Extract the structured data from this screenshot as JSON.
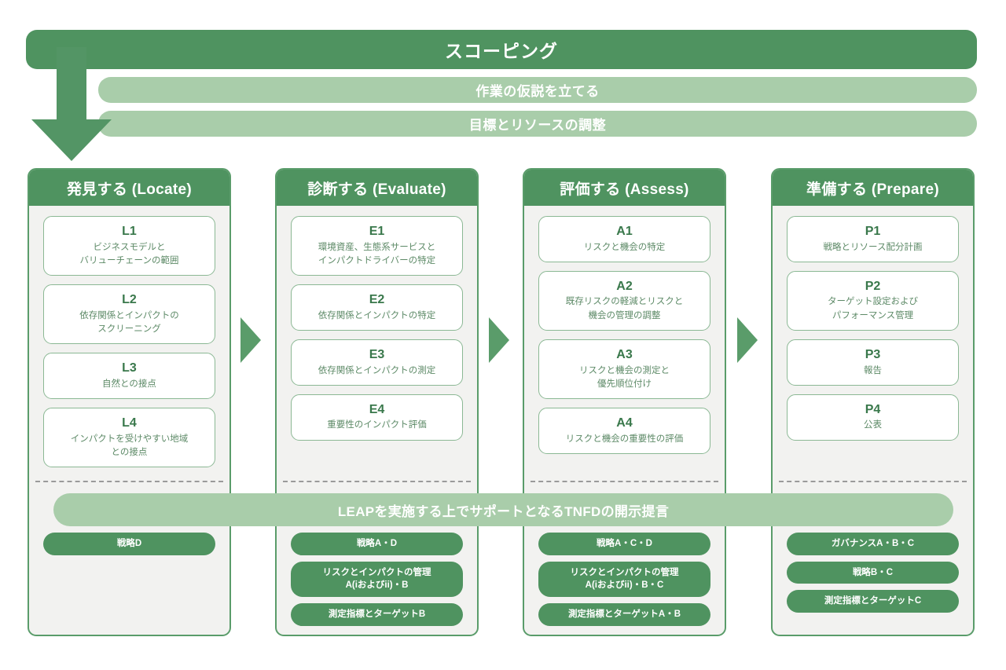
{
  "header": {
    "title": "スコーピング",
    "sub_bars": [
      "作業の仮説を立てる",
      "目標とリソースの調整"
    ]
  },
  "leap_banner": "LEAPを実施する上でサポートとなるTNFDの開示提言",
  "colors": {
    "dark_green": "#4f9360",
    "light_green": "#a9cdaa",
    "card_border": "#8bb894",
    "code_text": "#39784b",
    "desc_text": "#5d8a67",
    "column_bg": "#f2f2f0",
    "divider": "#9a9a9a"
  },
  "columns": [
    {
      "title": "発見する (Locate)",
      "steps": [
        {
          "code": "L1",
          "desc": "ビジネスモデルと\nバリューチェーンの範囲"
        },
        {
          "code": "L2",
          "desc": "依存関係とインパクトの\nスクリーニング"
        },
        {
          "code": "L3",
          "desc": "自然との接点"
        },
        {
          "code": "L4",
          "desc": "インパクトを受けやすい地域\nとの接点"
        }
      ],
      "tags": [
        "戦略D"
      ]
    },
    {
      "title": "診断する (Evaluate)",
      "steps": [
        {
          "code": "E1",
          "desc": "環境資産、生態系サービスと\nインパクトドライバーの特定"
        },
        {
          "code": "E2",
          "desc": "依存関係とインパクトの特定"
        },
        {
          "code": "E3",
          "desc": "依存関係とインパクトの測定"
        },
        {
          "code": "E4",
          "desc": "重要性のインパクト評価"
        }
      ],
      "tags": [
        "戦略A・D",
        "リスクとインパクトの管理\nA(iおよびii)・B",
        "測定指標とターゲットB"
      ]
    },
    {
      "title": "評価する (Assess)",
      "steps": [
        {
          "code": "A1",
          "desc": "リスクと機会の特定"
        },
        {
          "code": "A2",
          "desc": "既存リスクの軽減とリスクと\n機会の管理の調整"
        },
        {
          "code": "A3",
          "desc": "リスクと機会の測定と\n優先順位付け"
        },
        {
          "code": "A4",
          "desc": "リスクと機会の重要性の評価"
        }
      ],
      "tags": [
        "戦略A・C・D",
        "リスクとインパクトの管理\nA(iおよびii)・B・C",
        "測定指標とターゲットA・B"
      ]
    },
    {
      "title": "準備する (Prepare)",
      "steps": [
        {
          "code": "P1",
          "desc": "戦略とリソース配分計画"
        },
        {
          "code": "P2",
          "desc": "ターゲット設定および\nパフォーマンス管理"
        },
        {
          "code": "P3",
          "desc": "報告"
        },
        {
          "code": "P4",
          "desc": "公表"
        }
      ],
      "tags": [
        "ガバナンスA・B・C",
        "戦略B・C",
        "測定指標とターゲットC"
      ]
    }
  ]
}
